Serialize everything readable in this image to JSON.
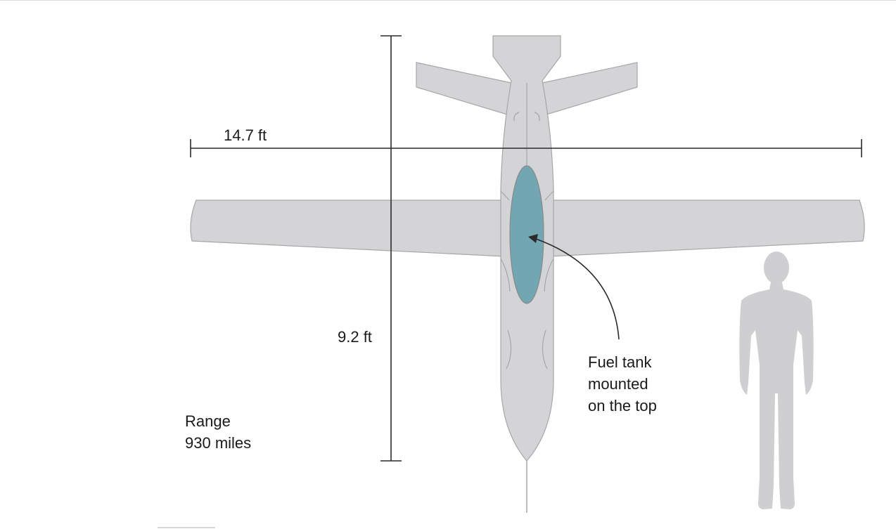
{
  "diagram": {
    "wingspan_label": "14.7 ft",
    "length_label": "9.2 ft",
    "fuel_tank_label": [
      "Fuel tank",
      "mounted",
      "on the top"
    ],
    "range_label": [
      "Range",
      "930 miles"
    ]
  },
  "colors": {
    "airframe_fill": "#d4d4d6",
    "airframe_stroke": "#a6a6a8",
    "fuel_tank": "#72a6b2",
    "human_silhouette": "#cfcfd1",
    "dimension_lines": "#2b2b2b"
  }
}
